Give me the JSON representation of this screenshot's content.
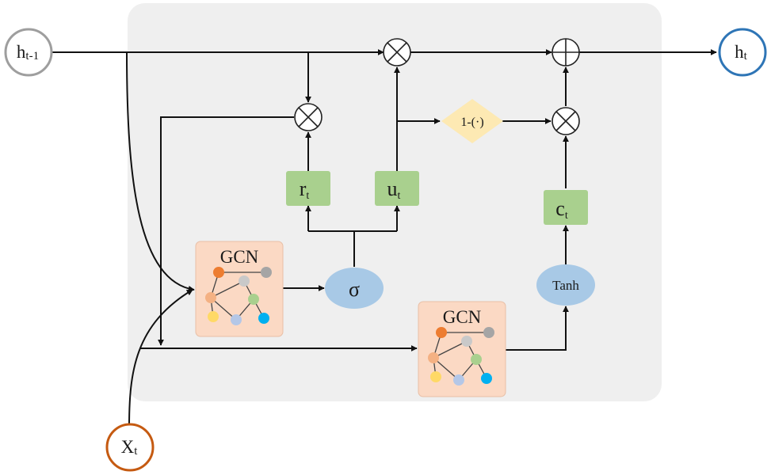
{
  "nodes": {
    "h_prev": {
      "base": "h",
      "sub": "t-1",
      "color": "#9e9e9e"
    },
    "h_out": {
      "base": "h",
      "sub": "t",
      "color": "#2e75b6"
    },
    "x_in": {
      "base": "X",
      "sub": "t",
      "color": "#c55a11"
    }
  },
  "gates": {
    "r": {
      "base": "r",
      "sub": "t"
    },
    "u": {
      "base": "u",
      "sub": "t"
    },
    "c": {
      "base": "c",
      "sub": "t"
    }
  },
  "activations": {
    "sigma": "σ",
    "tanh": "Tanh",
    "one_minus": "1-(·)"
  },
  "gcn_label": "GCN",
  "colors": {
    "panel": "#efefef",
    "gate": "#a9d08e",
    "gcn_box": "#fbd9c4",
    "ellipse": "#a8c9e6",
    "diamond": "#fde9b3",
    "graph_nodes": [
      "#ed7d31",
      "#a5a5a5",
      "#c9c9c9",
      "#f4b183",
      "#a9d08e",
      "#ffd966",
      "#b4c7e7",
      "#00b0f0"
    ]
  }
}
